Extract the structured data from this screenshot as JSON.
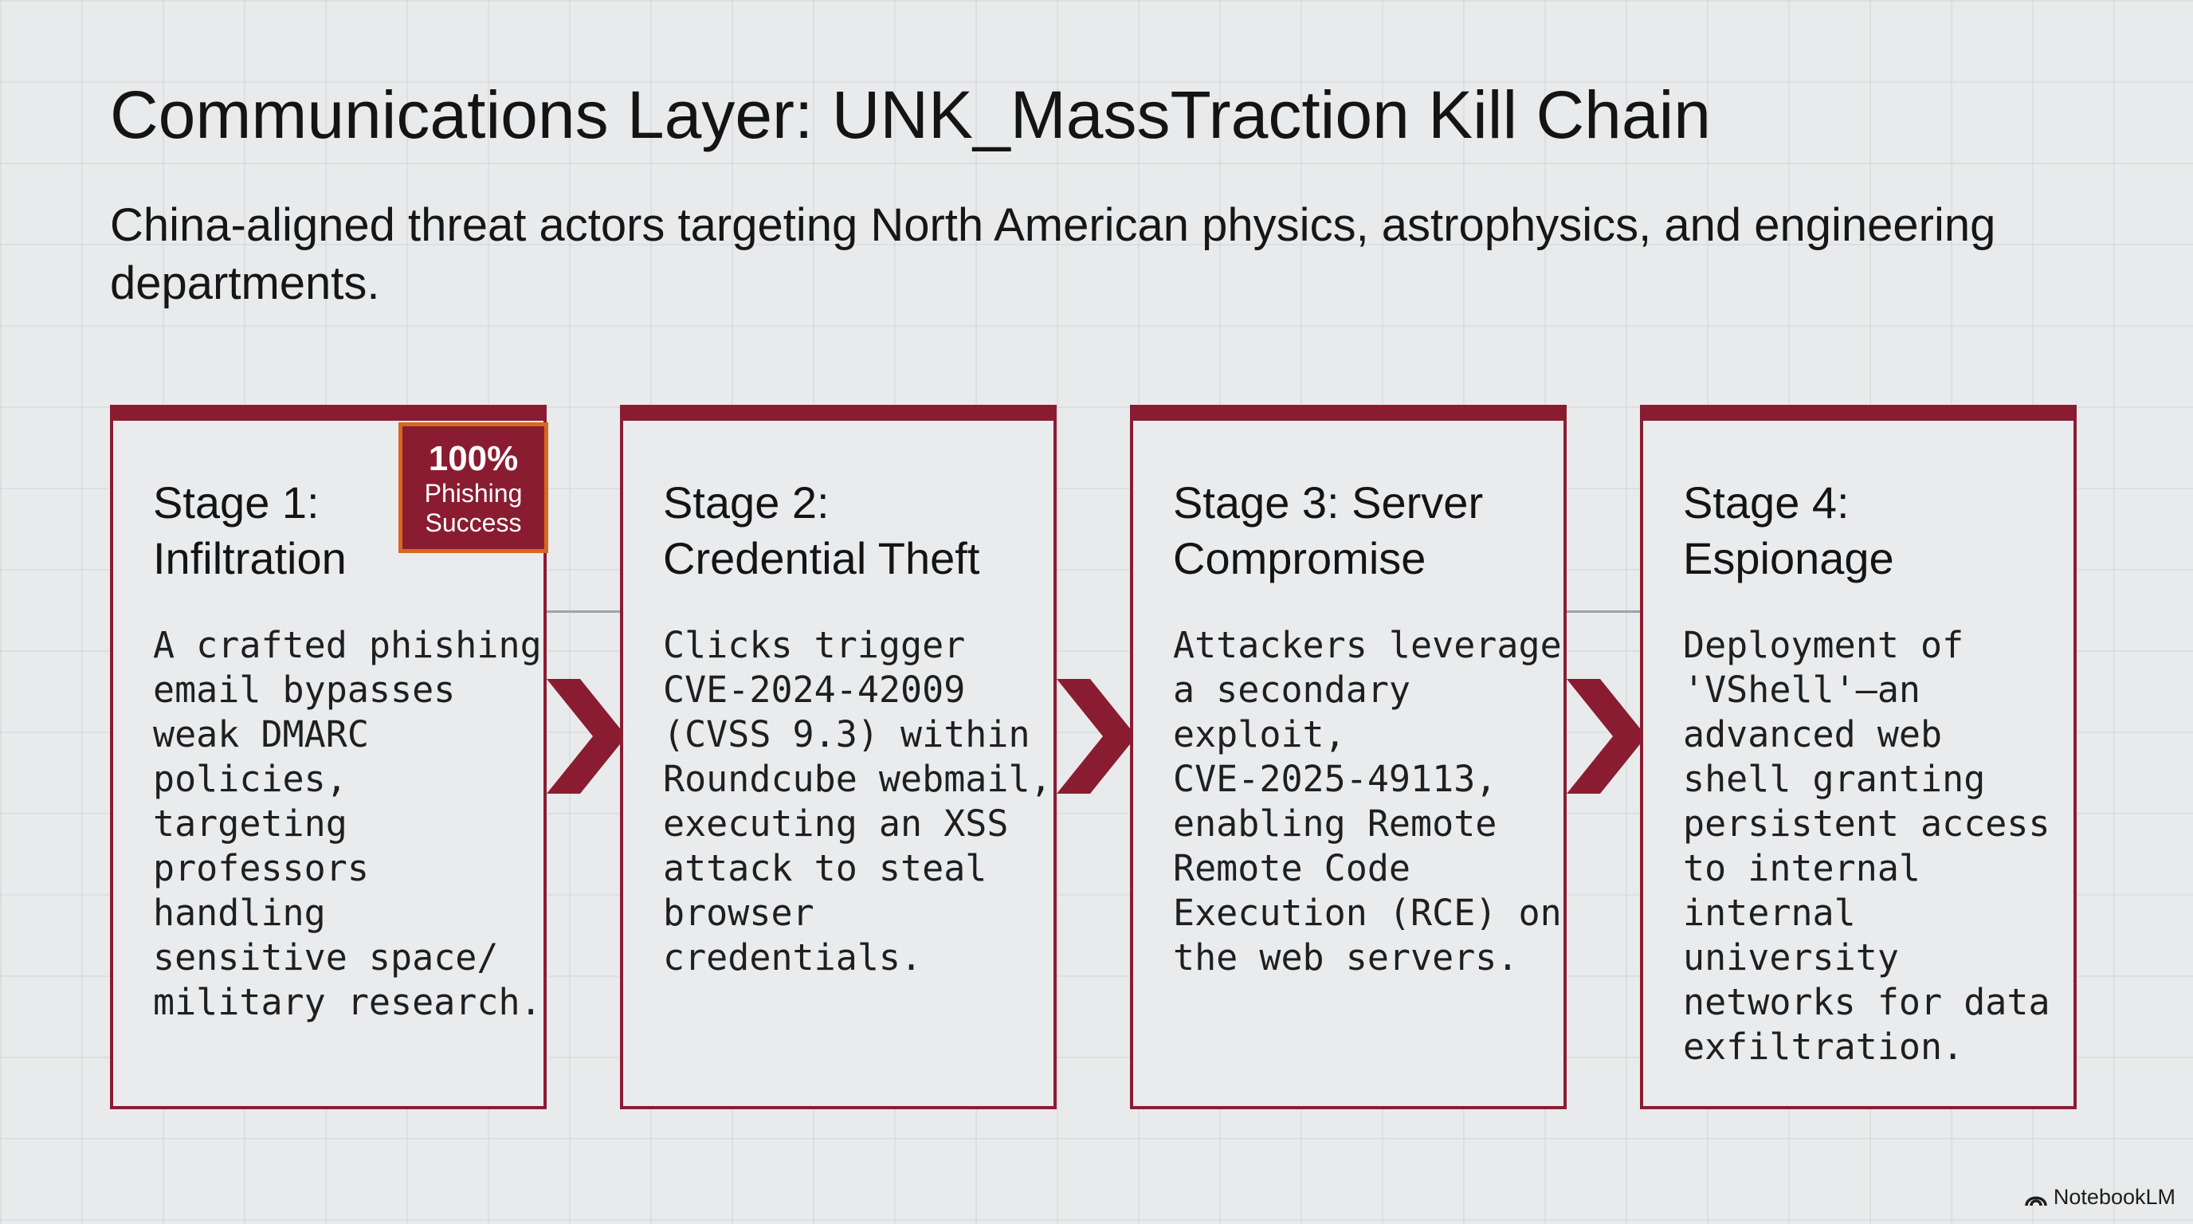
{
  "title": "Communications Layer: UNK_MassTraction Kill Chain",
  "subtitle": "China-aligned threat actors targeting North American physics, astrophysics, and engineering departments.",
  "accent_color": "#8a1c32",
  "stages": [
    {
      "title": "Stage 1:\nInfiltration",
      "body": "A crafted phishing\nemail bypasses\nweak DMARC\npolicies,\ntargeting\nprofessors handling\nsensitive space/\nmilitary research."
    },
    {
      "title": "Stage 2:\nCredential Theft",
      "body": "Clicks trigger\nCVE-2024-42009\n(CVSS 9.3) within\nRoundcube webmail,\nexecuting an XSS\nattack to steal\nbrowser\ncredentials."
    },
    {
      "title": "Stage 3: Server\nCompromise",
      "body": "Attackers leverage\na secondary\nexploit,\nCVE-2025-49113,\nenabling Remote\nRemote Code\nExecution (RCE) on\nthe web servers."
    },
    {
      "title": "Stage 4:\nEspionage",
      "body": "Deployment of\n'VShell'—an\nadvanced web\nshell granting\npersistent access\nto internal\ninternal\nuniversity\nnetworks for data\nexfiltration."
    }
  ],
  "badge": {
    "value": "100%",
    "label": "Phishing\nSuccess",
    "border_color": "#d6681f"
  },
  "branding": {
    "name": "NotebookLM",
    "icon": "notebooklm-logo-icon"
  }
}
